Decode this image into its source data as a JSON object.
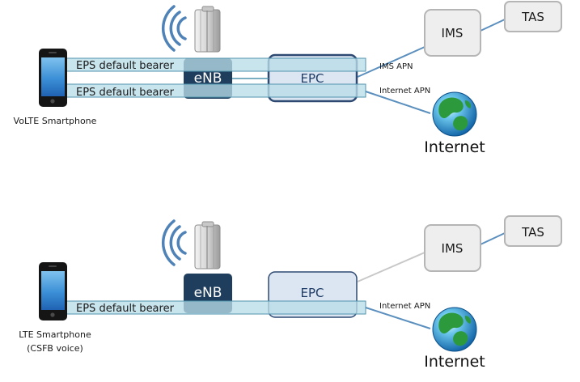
{
  "top": {
    "device_label": "VoLTE Smartphone",
    "bearer_1": "EPS default bearer",
    "bearer_2": "EPS default bearer",
    "enb_label": "eNB",
    "epc_label": "EPC",
    "ims_label": "IMS",
    "tas_label": "TAS",
    "ims_apn_label": "IMS APN",
    "internet_apn_label": "Internet APN",
    "internet_label": "Internet"
  },
  "bottom": {
    "device_label_line1": "LTE Smartphone",
    "device_label_line2": "(CSFB voice)",
    "bearer_1": "EPS default bearer",
    "enb_label": "eNB",
    "epc_label": "EPC",
    "ims_label": "IMS",
    "tas_label": "TAS",
    "internet_apn_label": "Internet APN",
    "internet_label": "Internet"
  },
  "colors": {
    "bearer_fill": "#b9dde8",
    "bearer_stroke": "#4f93ad",
    "enb_fill": "#1f3d5c",
    "epc_fill": "#dce6f2",
    "epc_stroke": "#2e4a73",
    "node_fill": "#eeeeee",
    "node_stroke": "#b5b5b5",
    "link_active": "#5b8fbe",
    "link_inactive": "#c8c8c8",
    "wave": "#4f83b8"
  }
}
